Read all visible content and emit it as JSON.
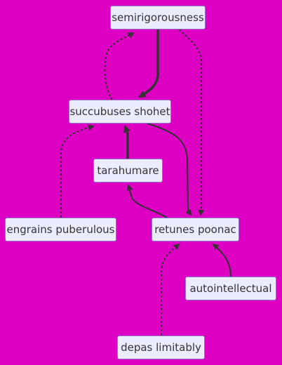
{
  "nodes": {
    "semirigorousness": "semirigorousness",
    "succubuses_shohet": "succubuses shohet",
    "tarahumare": "tarahumare",
    "engrains_puberulous": "engrains puberulous",
    "retunes_poonac": "retunes poonac",
    "autointellectual": "autointellectual",
    "depas_limitably": "depas limitably"
  },
  "edges": [
    {
      "from": "semirigorousness",
      "to": "succubuses shohet",
      "style": "thick"
    },
    {
      "from": "succubuses shohet",
      "to": "semirigorousness",
      "style": "dotted"
    },
    {
      "from": "semirigorousness",
      "to": "retunes poonac",
      "style": "dotted"
    },
    {
      "from": "engrains puberulous",
      "to": "succubuses shohet",
      "style": "dotted"
    },
    {
      "from": "tarahumare",
      "to": "succubuses shohet",
      "style": "thick"
    },
    {
      "from": "succubuses shohet",
      "to": "retunes poonac",
      "style": "normal"
    },
    {
      "from": "retunes poonac",
      "to": "tarahumare",
      "style": "normal"
    },
    {
      "from": "autointellectual",
      "to": "retunes poonac",
      "style": "normal"
    },
    {
      "from": "depas limitably",
      "to": "retunes poonac",
      "style": "dotted"
    }
  ],
  "colors": {
    "background": "#dd00c3",
    "node_fill": "#ececff",
    "node_border": "#9370db",
    "text": "#333333",
    "edge": "#333333"
  }
}
